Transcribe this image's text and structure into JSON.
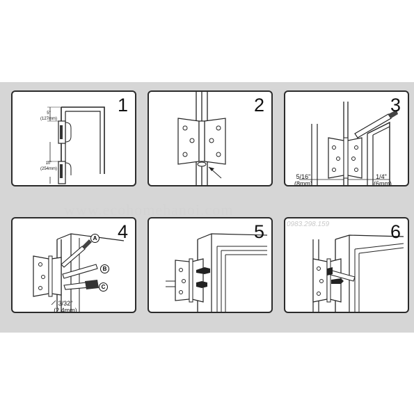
{
  "steps": [
    {
      "number": "1",
      "labels": {
        "top_distance": "5\"",
        "top_distance_mm": "(127mm)",
        "bottom_distance": "10\"",
        "bottom_distance_mm": "(254mm)"
      }
    },
    {
      "number": "2"
    },
    {
      "number": "3",
      "labels": {
        "left_measure": "5/16\"",
        "left_measure_mm": "(8mm)",
        "right_measure": "1/4\"",
        "right_measure_mm": "(6mm)"
      }
    },
    {
      "number": "4",
      "labels": {
        "bit_a": "A",
        "bit_b": "B",
        "bit_c": "C",
        "drill_size": "3/32\"",
        "drill_size_mm": "(2,4mm)"
      }
    },
    {
      "number": "5"
    },
    {
      "number": "6"
    }
  ],
  "watermark": "www.ecohomehanoi.com",
  "phone": "0983.298.159",
  "colors": {
    "background_band": "#d6d6d6",
    "panel": "#ffffff",
    "ink": "#111111",
    "watermark": "#d3d3d3"
  }
}
